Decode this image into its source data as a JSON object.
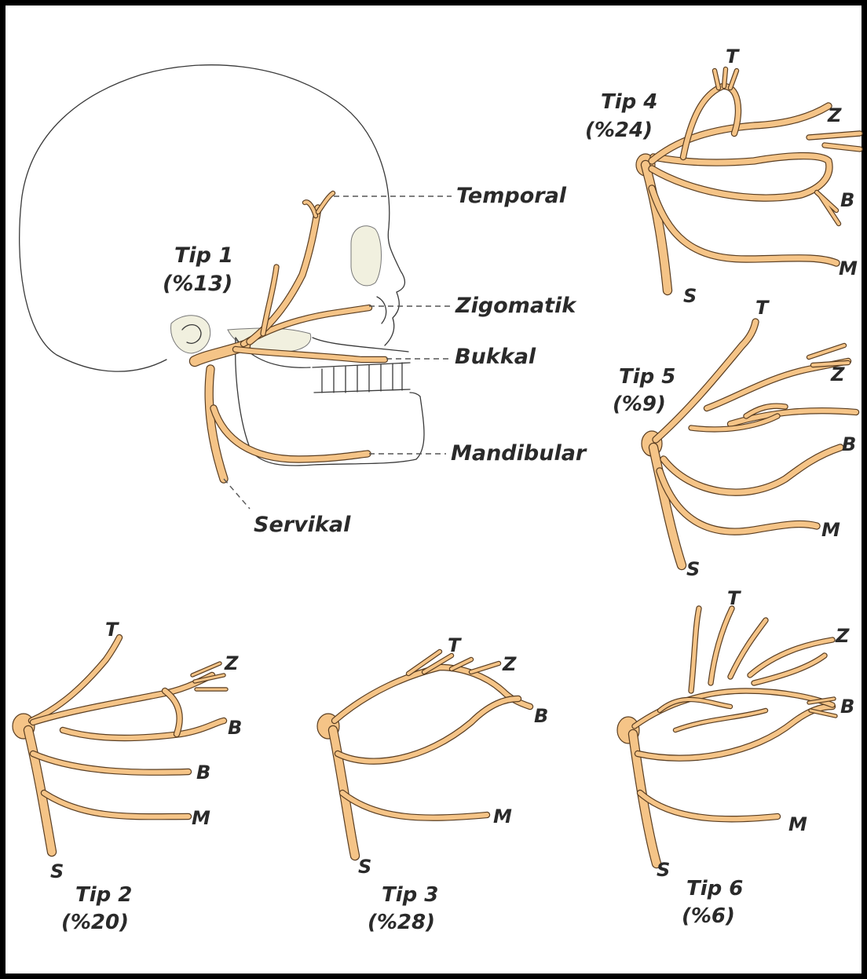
{
  "main_figure": {
    "type_label": "Tip 1",
    "type_percent": "(%13)",
    "branch_labels": {
      "temporal": "Temporal",
      "zygomatic": "Zigomatik",
      "buccal": "Bukkal",
      "mandibular": "Mandibular",
      "cervical": "Servikal"
    }
  },
  "variants": [
    {
      "id": "tip2",
      "label": "Tip 2",
      "percent": "(%20)",
      "branches": [
        "T",
        "Z",
        "B",
        "B",
        "M",
        "S"
      ]
    },
    {
      "id": "tip3",
      "label": "Tip 3",
      "percent": "(%28)",
      "branches": [
        "T",
        "Z",
        "B",
        "M",
        "S"
      ]
    },
    {
      "id": "tip4",
      "label": "Tip 4",
      "percent": "(%24)",
      "branches": [
        "T",
        "Z",
        "B",
        "M",
        "S"
      ]
    },
    {
      "id": "tip5",
      "label": "Tip 5",
      "percent": "(%9)",
      "branches": [
        "T",
        "Z",
        "B",
        "M",
        "S"
      ]
    },
    {
      "id": "tip6",
      "label": "Tip 6",
      "percent": "(%6)",
      "branches": [
        "T",
        "Z",
        "B",
        "M",
        "S"
      ]
    }
  ],
  "colors": {
    "nerve_fill": "#f5c487",
    "nerve_outline": "#5a3e22",
    "border": "#000000",
    "label_text": "#2a2a2a"
  }
}
